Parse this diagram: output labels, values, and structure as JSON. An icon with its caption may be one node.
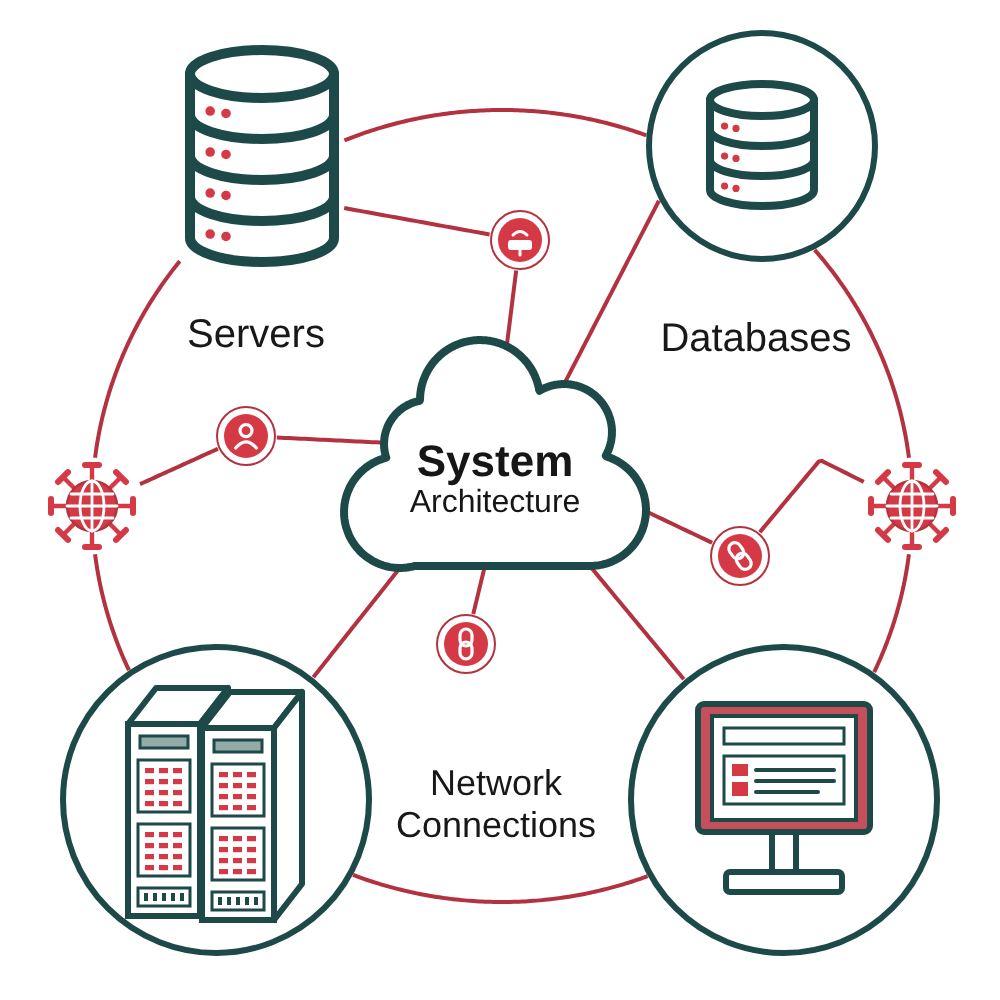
{
  "diagram": {
    "nodes": [
      {
        "text": [],
        "shape": "picture"
      },
      {
        "text": [],
        "shape": "circle"
      },
      {
        "text": [],
        "shape": "circle"
      },
      {
        "text": [
          "System",
          "Architecture"
        ]
      },
      {
        "text": [],
        "shape": "circle"
      },
      {
        "text": [],
        "shape": "picture"
      },
      {
        "text": [],
        "shape": "picture"
      },
      {
        "text": [],
        "shape": "circle"
      },
      {
        "text": [],
        "shape": "circle"
      },
      {
        "text": [],
        "shape": "circle"
      },
      {
        "text": [],
        "shape": "circle"
      }
    ],
    "edges": [
      {
        "from": 0,
        "to": 1,
        "arrow": "none"
      },
      {
        "from": 1,
        "to": 6,
        "arrow": "none"
      },
      {
        "from": 6,
        "to": 10,
        "arrow": "none"
      },
      {
        "from": 10,
        "to": 9,
        "arrow": "none"
      },
      {
        "from": 9,
        "to": 5,
        "arrow": "none"
      },
      {
        "from": 5,
        "to": 0,
        "arrow": "none"
      },
      {
        "from": 0,
        "to": 2,
        "arrow": "none"
      },
      {
        "from": 2,
        "to": 3,
        "arrow": "none"
      },
      {
        "from": 1,
        "to": 3,
        "arrow": "none"
      },
      {
        "from": 5,
        "to": 4,
        "arrow": "none"
      },
      {
        "from": 4,
        "to": 3,
        "arrow": "none"
      },
      {
        "from": 3,
        "to": 7,
        "arrow": "none"
      },
      {
        "from": 7,
        "to": 6,
        "arrow": "none"
      },
      {
        "from": 3,
        "to": 8,
        "arrow": "none"
      },
      {
        "from": 3,
        "to": 9,
        "arrow": "none"
      },
      {
        "from": 3,
        "to": 10,
        "arrow": "none"
      }
    ],
    "labels": [
      "Servers",
      "Databases",
      "Network Connections"
    ]
  }
}
